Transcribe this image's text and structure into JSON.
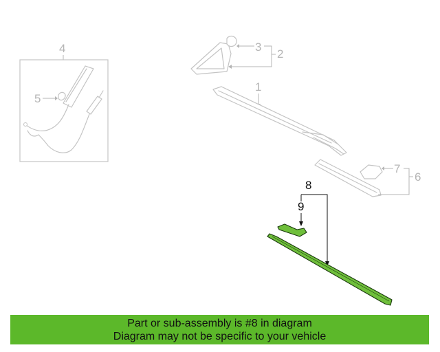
{
  "callouts": {
    "c1": "1",
    "c2": "2",
    "c3": "3",
    "c4": "4",
    "c5": "5",
    "c6": "6",
    "c7": "7",
    "c8": "8",
    "c9": "9"
  },
  "highlighted_part": "8",
  "colors": {
    "highlight_green": "#6fbf3b",
    "banner_green": "#5cb82a",
    "inactive_grey": "#c4c4c4"
  },
  "banner": {
    "line1": "Part or sub-assembly is #8 in diagram",
    "line2": "Diagram may not be specific to your vehicle"
  }
}
